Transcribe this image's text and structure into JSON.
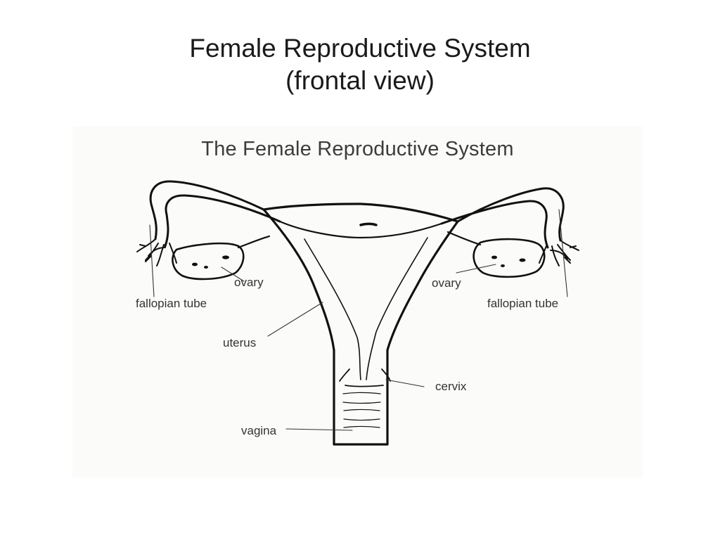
{
  "slide": {
    "title_line1": "Female Reproductive System",
    "title_line2": "(frontal view)"
  },
  "figure": {
    "title": "The Female Reproductive System",
    "labels": {
      "ovary_left": "ovary",
      "fallopian_tube_left": "fallopian tube",
      "uterus": "uterus",
      "vagina": "vagina",
      "ovary_right": "ovary",
      "fallopian_tube_right": "fallopian tube",
      "cervix": "cervix"
    }
  }
}
